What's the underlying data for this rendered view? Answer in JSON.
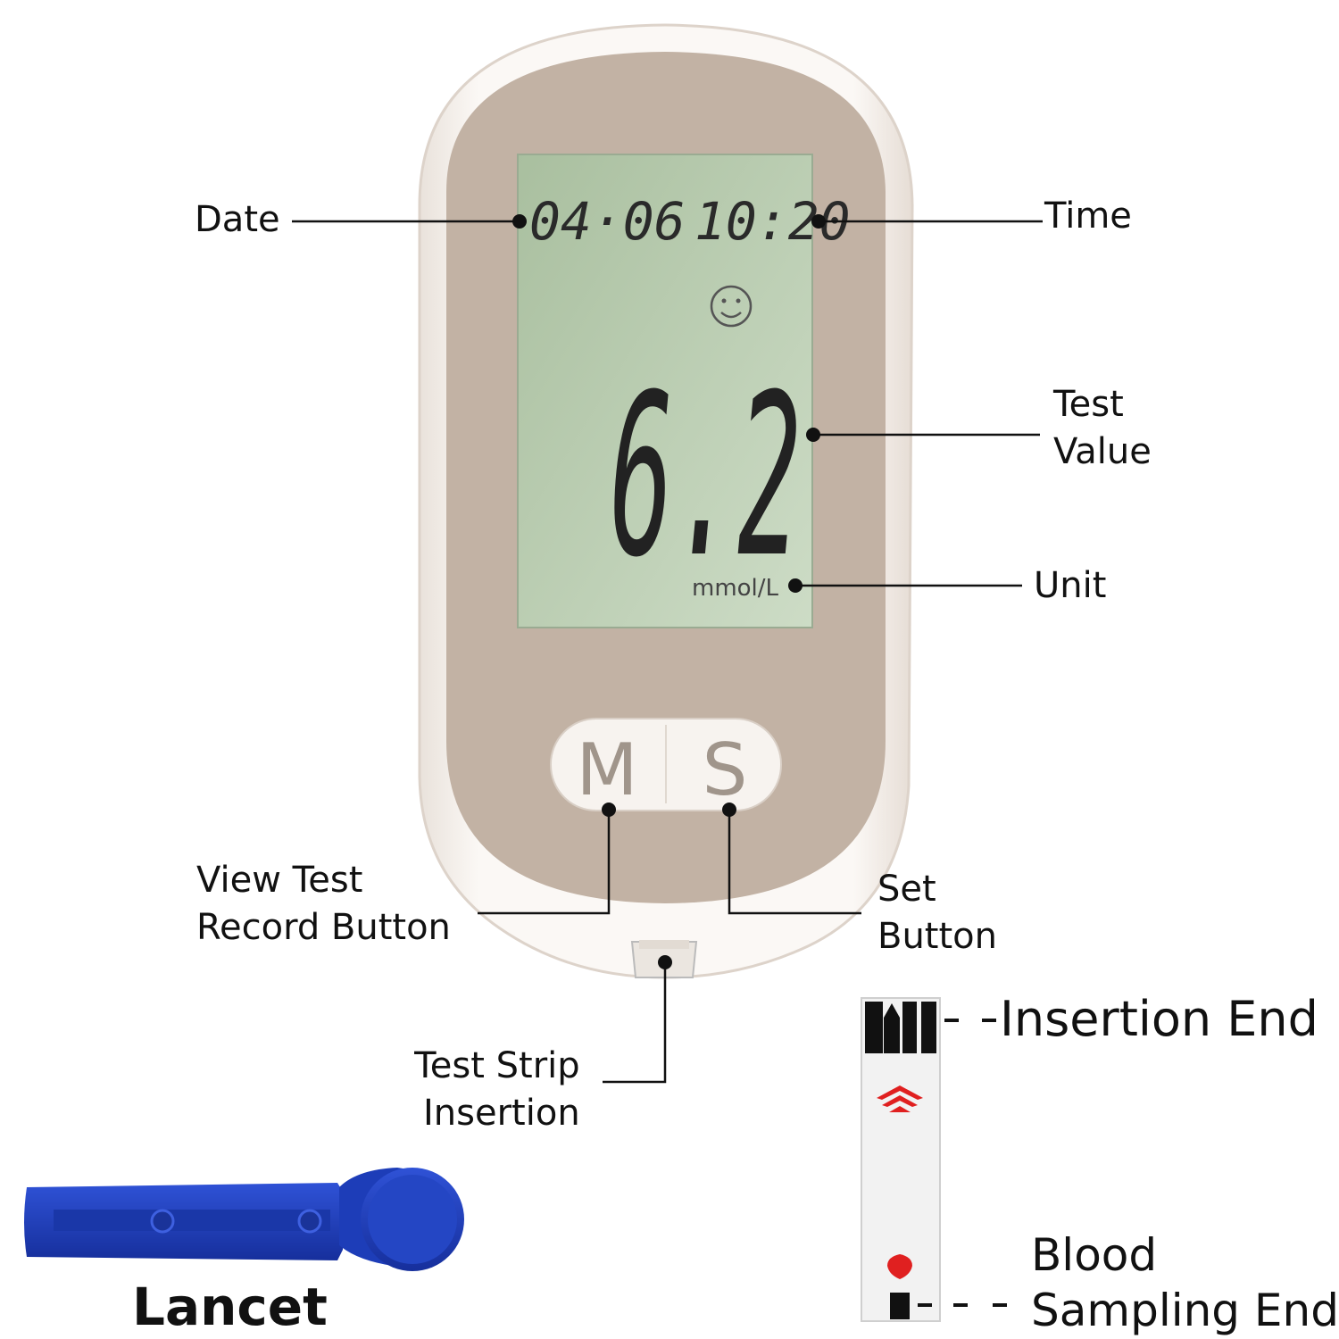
{
  "meter": {
    "date": "04·06",
    "time": "10:20",
    "value": "6.2",
    "unit": "mmol/L",
    "button_m": "M",
    "button_s": "S"
  },
  "labels": {
    "date": "Date",
    "time": "Time",
    "test_value": [
      "Test",
      "Value"
    ],
    "unit": "Unit",
    "view_record": [
      "View Test",
      "Record Button"
    ],
    "set": [
      "Set",
      "Button"
    ],
    "strip_insertion": [
      "Test Strip",
      "Insertion"
    ],
    "insertion_end": "Insertion End",
    "blood_sampling": [
      "Blood",
      "Sampling End"
    ],
    "lancet": "Lancet"
  },
  "colors": {
    "meter_body": "#c2b2a4",
    "meter_shell": "#f4efea",
    "lcd": "#bfd2b6",
    "lancet": "#1f3fb8",
    "strip_arrow": "#e02020"
  }
}
